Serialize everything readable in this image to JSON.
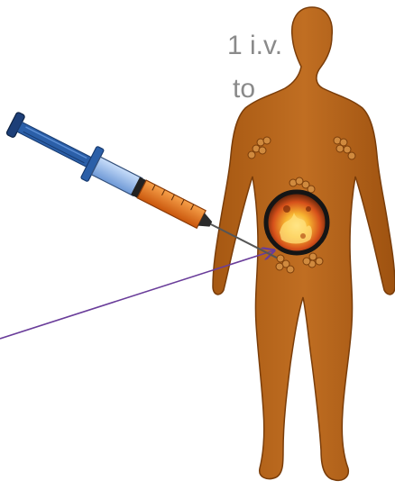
{
  "caption": {
    "line1": "1 i.v.",
    "line2": "to"
  },
  "colors": {
    "text": "#8a8a8a",
    "body": "#b5641c",
    "body_outline": "#7a3d0a",
    "needle": "#555555",
    "syringe_blue": "#2b5fa8",
    "syringe_light_blue": "#8fb6e3",
    "syringe_orange": "#e8731c",
    "arrow": "#6a3d9a",
    "tumor_outline": "#1a1a1a",
    "tumor_fire": "#f28c18",
    "lymph_nodes": "#c47a32"
  },
  "icons": {
    "figure": "human-body-silhouette",
    "syringe": "syringe-icon",
    "tumor": "tumor-icon",
    "lymph_nodes": "lymph-node-cluster-icon",
    "pointer": "arrow-icon"
  }
}
